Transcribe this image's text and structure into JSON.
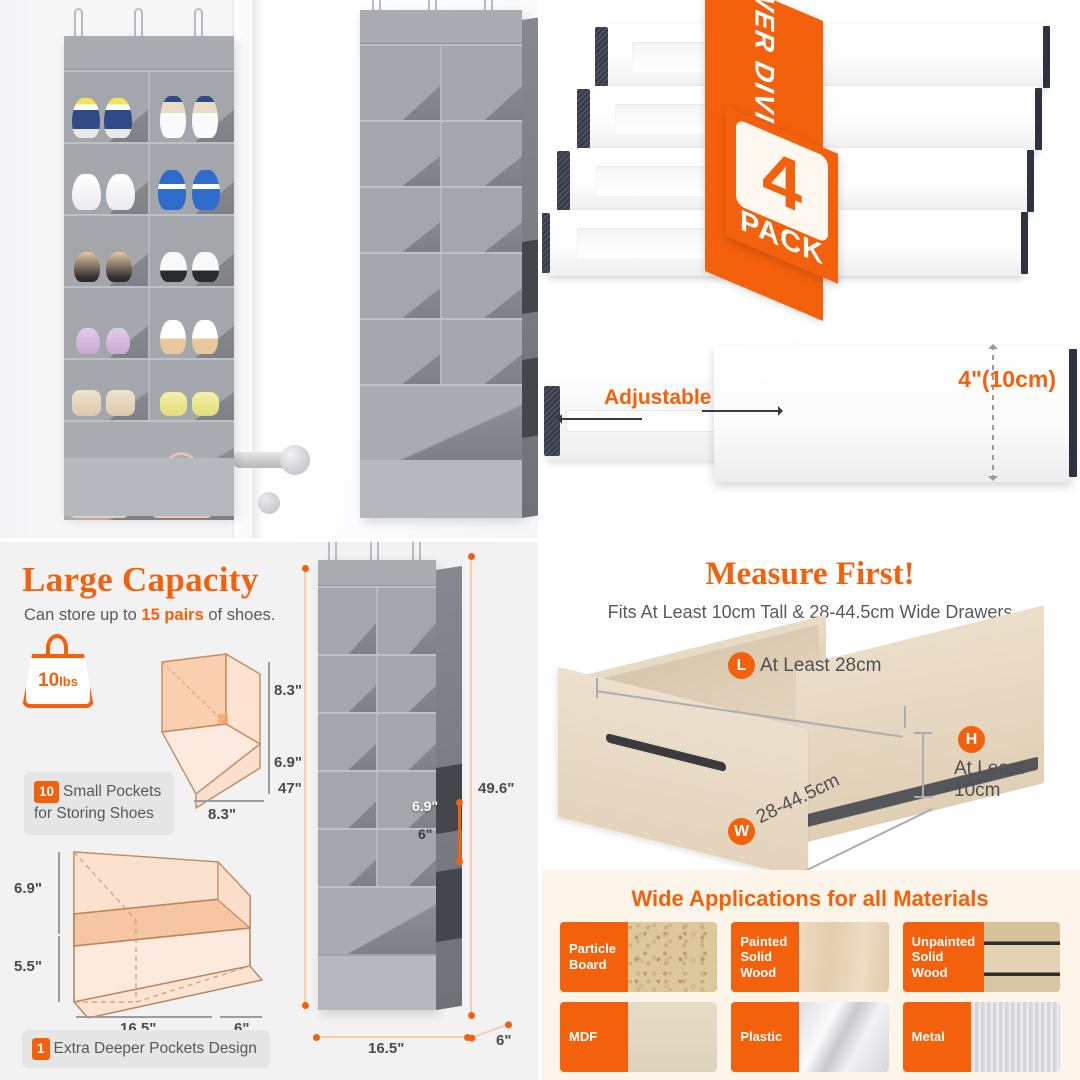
{
  "panels": {
    "shoe_organizer_hero": {
      "name": "over-the-door shoe organizer on white door"
    },
    "drawer_dividers_hero": {
      "banner_text": "DRAWER DIVIDERS",
      "pack_count": "4",
      "pack_word": "PACK",
      "adjustable_label": "Adjustable",
      "height_label": "4\"(10cm)"
    },
    "large_capacity": {
      "heading": "Large Capacity",
      "subtitle_prefix": "Can store up to ",
      "subtitle_highlight": "15 pairs",
      "subtitle_suffix": " of shoes.",
      "weight_value": "10",
      "weight_unit": "lbs",
      "small_pockets_count": "10",
      "small_pockets_text": "Small Pockets\nfor Storing Shoes",
      "deeper_pockets_count": "1",
      "deeper_pockets_text": "Extra Deeper Pockets Design",
      "small_pocket_dims": {
        "depth": "8.3\"",
        "height": "6.9\"",
        "width": "8.3\""
      },
      "deep_pocket_dims": {
        "upper": "6.9\"",
        "lower": "5.5\"",
        "width": "16.5\"",
        "depth": "6\""
      },
      "organizer_dims": {
        "fabric_height": "47\"",
        "total_height": "49.6\"",
        "pocket_height": "6.9\"",
        "pocket_depth": "6\"",
        "overall_width": "16.5\"",
        "overall_depth": "6\""
      }
    },
    "measure_first": {
      "heading": "Measure First!",
      "subtitle": "Fits At Least 10cm Tall & 28-44.5cm Wide Drawers",
      "length_badge": "L",
      "length_label": "At Least 28cm",
      "height_badge": "H",
      "height_label": "At Least\n10cm",
      "width_badge": "W",
      "width_label": "28-44.5cm"
    },
    "materials": {
      "heading": "Wide Applications for all Materials",
      "items": [
        {
          "label": "Particle\nBoard",
          "swatch": "particle-board-swatch"
        },
        {
          "label": "Painted\nSolid\nWood",
          "swatch": "painted-solid-wood-swatch"
        },
        {
          "label": "Unpainted\nSolid\nWood",
          "swatch": "unpainted-solid-wood-swatch"
        },
        {
          "label": "MDF",
          "swatch": "mdf-swatch"
        },
        {
          "label": "Plastic",
          "swatch": "plastic-swatch"
        },
        {
          "label": "Metal",
          "swatch": "metal-swatch"
        }
      ]
    }
  },
  "colors": {
    "accent_orange": "#f4610c",
    "text_gray": "#55555a",
    "fabric_gray": "#9ea1a6",
    "panel_gray_bg": "#f2f2f2",
    "materials_bg": "#fdf5ea"
  }
}
